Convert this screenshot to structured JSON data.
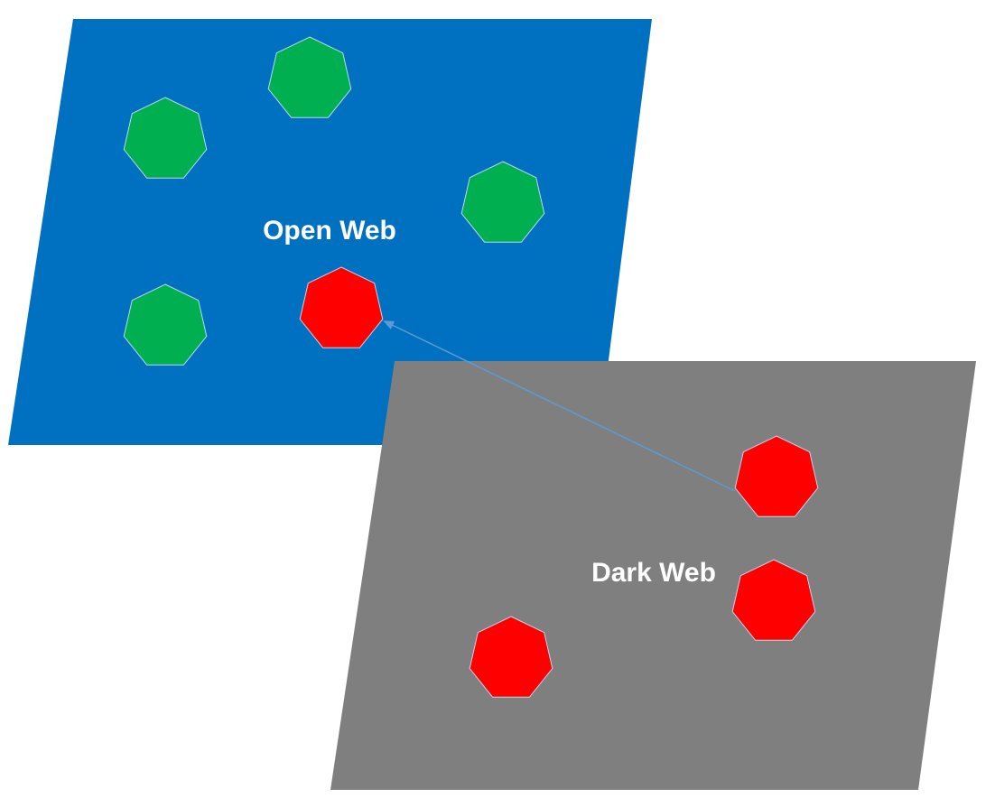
{
  "colors": {
    "open_web_plane": "#0070C0",
    "dark_web_plane": "#7F7F7F",
    "safe_node": "#00B050",
    "malicious_node": "#FF0000",
    "node_outline": "#BDD7EE",
    "connector": "#5B9BD5",
    "label": "#FFFFFF"
  },
  "open_web": {
    "label": "Open Web",
    "nodes": [
      {
        "type": "safe"
      },
      {
        "type": "safe"
      },
      {
        "type": "safe"
      },
      {
        "type": "safe"
      },
      {
        "type": "malicious"
      }
    ]
  },
  "dark_web": {
    "label": "Dark Web",
    "nodes": [
      {
        "type": "malicious"
      },
      {
        "type": "malicious"
      },
      {
        "type": "malicious"
      }
    ]
  },
  "connection": {
    "from": "dark_web node 1",
    "to": "open_web node 5",
    "arrow": "arrowhead at open web node"
  },
  "node_shape": "heptagon"
}
